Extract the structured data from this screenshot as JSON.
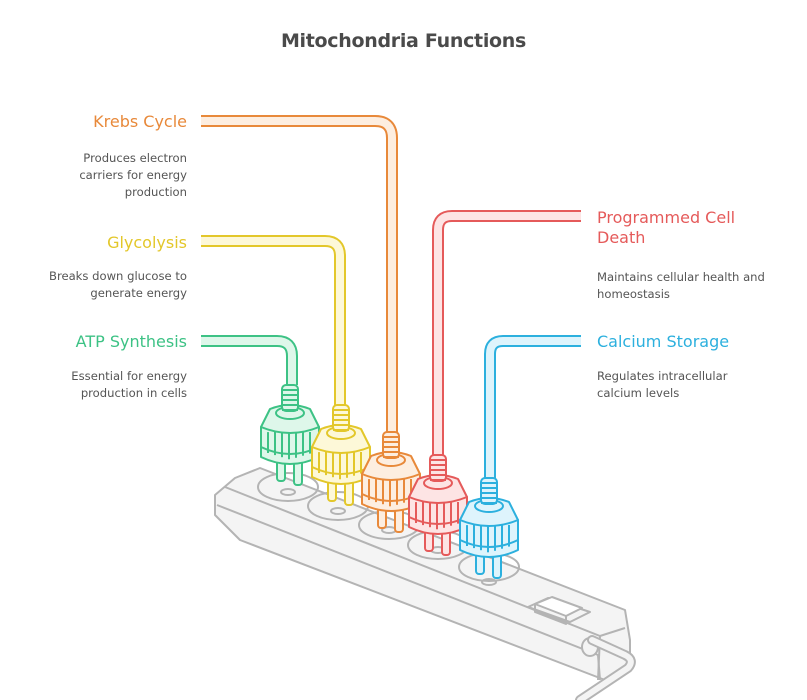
{
  "title": "Mitochondria Functions",
  "items": [
    {
      "label": "Krebs Cycle",
      "description": "Produces electron carriers for energy production",
      "color": "#e8893a",
      "fill": "#fdeee0"
    },
    {
      "label": "Glycolysis",
      "description": "Breaks down glucose to generate energy",
      "color": "#e3c72a",
      "fill": "#fdf8d8"
    },
    {
      "label": "ATP Synthesis",
      "description": "Essential for energy production in cells",
      "color": "#3dc285",
      "fill": "#def7ea"
    },
    {
      "label": "Programmed Cell Death",
      "description": "Maintains cellular health and homeostasis",
      "color": "#e55a5a",
      "fill": "#fde4e4"
    },
    {
      "label": "Calcium Storage",
      "description": "Regulates intracellular calcium levels",
      "color": "#2cb0de",
      "fill": "#def4fc"
    }
  ],
  "strip_color": "#b4b4b4",
  "strip_fill": "#f4f4f4"
}
